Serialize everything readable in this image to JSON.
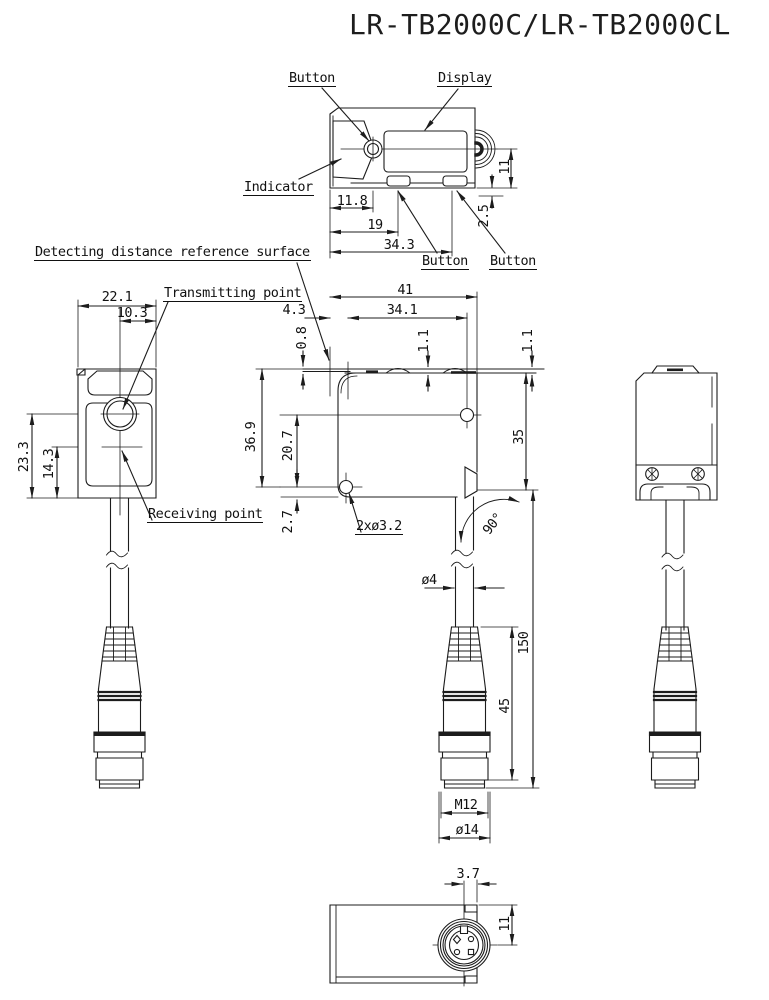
{
  "title": "LR-TB2000C/LR-TB2000CL",
  "top_view": {
    "labels": {
      "button_top": "Button",
      "display": "Display",
      "indicator": "Indicator",
      "button_bottom_left": "Button",
      "button_bottom_right": "Button"
    },
    "dims": {
      "d11_8": "11.8",
      "d19": "19",
      "d34_3": "34.3",
      "d11": "11",
      "d2_5": "2.5"
    }
  },
  "front_view": {
    "labels": {
      "detecting_surface": "Detecting distance reference surface",
      "transmitting_point": "Transmitting point",
      "receiving_point": "Receiving point"
    },
    "dims": {
      "d22_1": "22.1",
      "d10_3": "10.3",
      "d23_3": "23.3",
      "d14_3": "14.3"
    }
  },
  "side_view": {
    "labels": {
      "mounting_holes": "2xø3.2"
    },
    "dims": {
      "d41": "41",
      "d34_1": "34.1",
      "d4_3": "4.3",
      "d0_8": "0.8",
      "d1_1_left": "1.1",
      "d1_1_right": "1.1",
      "d36_9": "36.9",
      "d20_7": "20.7",
      "d35": "35",
      "d2_7": "2.7",
      "d90": "90°"
    }
  },
  "cable": {
    "dims": {
      "dia4": "ø4",
      "d150": "150",
      "d45": "45",
      "m12": "M12",
      "dia14": "ø14"
    }
  },
  "bottom_view": {
    "dims": {
      "d3_7": "3.7",
      "d11": "11"
    }
  }
}
